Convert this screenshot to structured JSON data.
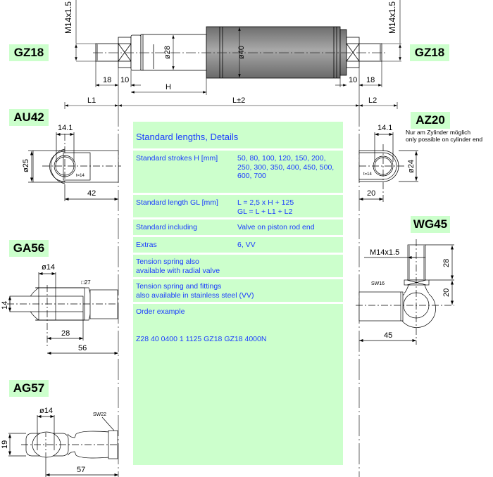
{
  "fittings": {
    "gz18_left": "GZ18",
    "gz18_right": "GZ18",
    "au42": "AU42",
    "az20": "AZ20",
    "ga56": "GA56",
    "wg45": "WG45",
    "ag57": "AG57"
  },
  "az20_note": {
    "line1": "Nur am Zylinder möglich",
    "line2": "only possible on cylinder end"
  },
  "main_dims": {
    "thread_left": "M14x1.5",
    "thread_right": "M14x1.5",
    "rod_dia": "ø28",
    "body_dia": "ø40",
    "left_18": "18",
    "left_10": "10",
    "right_10": "10",
    "right_18": "18",
    "stroke": "H",
    "L1": "L1",
    "L": "L±2",
    "L2": "L2"
  },
  "au42_dims": {
    "width": "14.1",
    "dia": "ø25",
    "length": "42",
    "t": "t=14"
  },
  "az20_dims": {
    "width": "14.1",
    "dia": "ø24",
    "length": "20",
    "t": "t=14"
  },
  "ga56_dims": {
    "pin": "ø14",
    "square": "□27",
    "height": "14",
    "inner": "28",
    "length": "56"
  },
  "wg45_dims": {
    "thread": "M14x1.5",
    "sw": "SW16",
    "h1": "28",
    "h2": "20",
    "length": "45"
  },
  "ag57_dims": {
    "pin": "ø14",
    "sw": "SW22",
    "height": "19",
    "length": "57"
  },
  "details": {
    "title": "Standard lengths, Details",
    "rows": [
      {
        "key": "Standard strokes H [mm]",
        "value_lines": [
          "50, 80, 100, 120, 150, 200,",
          "250, 300, 350, 400, 450, 500,",
          "600, 700"
        ]
      },
      {
        "key": "Standard length GL [mm]",
        "value_lines": [
          "L = 2,5 x H + 125",
          "GL = L + L1 + L2"
        ]
      },
      {
        "key": "Standard including",
        "value_lines": [
          "Valve on piston rod end"
        ]
      },
      {
        "key": "Extras",
        "value_lines": [
          "6, VV"
        ]
      }
    ],
    "notes": [
      [
        "Tension spring also",
        "available with radial valve"
      ],
      [
        "Tension spring and fittings",
        "also available in stainless steel (VV)"
      ]
    ],
    "order_title": "Order example",
    "order_code": "Z28 40 0400 1 1125 GZ18 GZ18 4000N"
  },
  "colors": {
    "label_bg": "#ccffcc",
    "panel_text": "#1a3cff",
    "body_gray": "#8a8a8a"
  }
}
